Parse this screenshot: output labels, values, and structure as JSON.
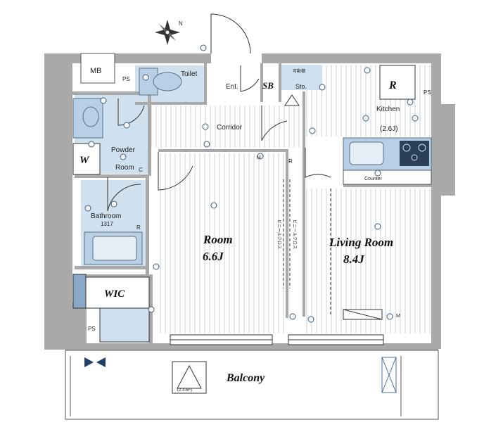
{
  "compass": {
    "north_label": "N"
  },
  "rooms": {
    "mb": "MB",
    "ps_top": "PS",
    "toilet": "Toilet",
    "entrance": "Ent.",
    "shoe_box": "SB",
    "storage": "Sto.",
    "storage_note": "可動棚",
    "refrigerator": "R",
    "ps_right": "PS",
    "kitchen": "Kitchen",
    "kitchen_size": "(2.6J)",
    "corridor": "Corridor",
    "washer": "W",
    "powder_1": "Powder",
    "powder_2": "Room",
    "bathroom": "Bathroom",
    "bathroom_size": "1317",
    "counter": "Counter",
    "room_name": "Room",
    "room_size": "6.6J",
    "living_name": "Living Room",
    "living_size": "8.4J",
    "wic": "WIC",
    "ps_bottom": "PS",
    "balcony": "Balcony",
    "aircon_note": "(2.4.6F)"
  },
  "symbols": {
    "c_marker": "C",
    "r_marker": "R",
    "m_marker": "M",
    "sliding_1": "ビニールクロス",
    "sliding_2": "ビニールクロス"
  },
  "colors": {
    "wall": "#a9a9a9",
    "wet_area": "#cfe0ee",
    "fixture": "#b8d0e6",
    "floor_hatch": "#cfcfcf"
  }
}
